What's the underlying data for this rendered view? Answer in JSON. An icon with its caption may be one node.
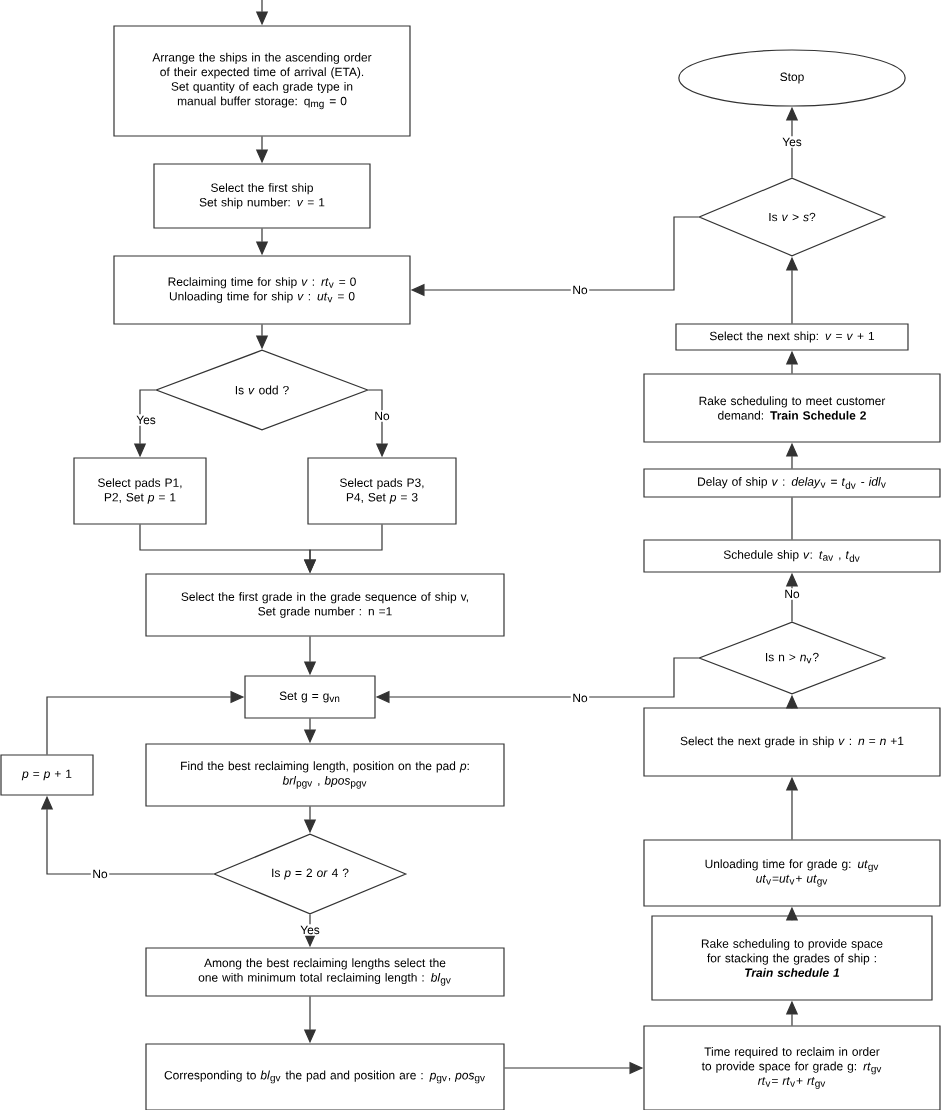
{
  "diagram": {
    "nodes": [
      {
        "text": [
          "Arrange the ships in the ascending order of their expected time of arrival (ETA).",
          "Set quantity of each grade type in manual buffer storage: q$_{mg}$ = 0"
        ]
      },
      {
        "text": [
          "Select the first ship",
          "Set ship number: *v* = 1"
        ]
      },
      {
        "text": [
          "Reclaiming time for ship *v* : *rt*$_{v}$ = 0",
          "Unloading time for ship *v* : *ut*$_{v}$ = 0"
        ]
      },
      {
        "text": [
          "Is *v* odd ?"
        ]
      },
      {
        "text": [
          "Select pads P1, P2, Set *p* = 1"
        ]
      },
      {
        "text": [
          "Select pads P3, P4, Set *p* = 3"
        ]
      },
      {
        "text": [
          "Select the first grade in the grade sequence of ship v,",
          "Set grade number : n =1"
        ]
      },
      {
        "text": [
          "Set g = g$_{vn}$"
        ]
      },
      {
        "text": [
          "Find the best reclaiming length, position on the pad *p*:",
          "*brl*$_{pgv}$ , *bpos*$_{pgv}$"
        ]
      },
      {
        "text": [
          "Is *p* = 2 *or* 4 ?"
        ]
      },
      {
        "text": [
          "*p* = *p* + 1"
        ]
      },
      {
        "text": [
          "Among the best reclaiming lengths select the one with minimum total reclaiming length : *bl*$_{gv}$"
        ]
      },
      {
        "text": [
          "Corresponding to *bl*$_{gv}$ the pad and position are : *p*$_{gv}$, *pos*$_{gv}$"
        ]
      },
      {
        "text": [
          "Time required to reclaim in order to provide space for grade g: *rt*$_{gv}$",
          "*rt*$_{v}$= *rt*$_{v}$+ *rt*$_{gv}$"
        ]
      },
      {
        "text": [
          "Rake scheduling to provide space for stacking the grades of ship :",
          "Train schedule 1"
        ]
      },
      {
        "text": [
          "Unloading time for grade g: *ut*$_{gv}$",
          "*ut*$_{v}$=*ut*$_{v}$+ *ut*$_{gv}$"
        ]
      },
      {
        "text": [
          "Select the next grade in ship *v* : *n* = *n* +1"
        ]
      },
      {
        "text": [
          "Is n > *n*$_{v}$?"
        ]
      },
      {
        "text": [
          "Schedule ship *v*: *t*$_{av}$ , *t*$_{dv}$"
        ]
      },
      {
        "text": [
          "Delay of ship *v* : *delay*$_{v}$ = *t*$_{dv}$ - *idl*$_{v}$"
        ]
      },
      {
        "text": [
          "Rake scheduling to meet customer demand: **Train Schedule 2**"
        ]
      },
      {
        "text": [
          "Select the next ship: *v* = *v* + 1"
        ]
      },
      {
        "text": [
          "Is *v* > *s*?"
        ]
      },
      {
        "text": [
          "Stop"
        ]
      }
    ],
    "edges": [
      {
        "from": null,
        "to": 0,
        "arrow": "to"
      },
      {
        "from": 0,
        "to": 1,
        "arrow": "to"
      },
      {
        "from": 1,
        "to": 2,
        "arrow": "to"
      },
      {
        "from": 2,
        "to": 3,
        "arrow": "to"
      },
      {
        "from": 3,
        "to": 4,
        "arrow": "to",
        "label": "Yes"
      },
      {
        "from": 3,
        "to": 5,
        "arrow": "to",
        "label": "No"
      },
      {
        "from": 4,
        "to": 6,
        "arrow": "to"
      },
      {
        "from": 5,
        "to": 6,
        "arrow": "to"
      },
      {
        "from": 6,
        "to": 7,
        "arrow": "to"
      },
      {
        "from": 7,
        "to": 8,
        "arrow": "to"
      },
      {
        "from": 8,
        "to": 9,
        "arrow": "to"
      },
      {
        "from": 9,
        "to": 10,
        "arrow": "to",
        "label": "No"
      },
      {
        "from": 10,
        "to": 7,
        "arrow": "to"
      },
      {
        "from": 9,
        "to": 11,
        "arrow": "to",
        "label": "Yes"
      },
      {
        "from": 11,
        "to": 12,
        "arrow": "to"
      },
      {
        "from": 12,
        "to": 13,
        "arrow": "to"
      },
      {
        "from": 13,
        "to": 14,
        "arrow": "to"
      },
      {
        "from": 14,
        "to": 15,
        "arrow": "to"
      },
      {
        "from": 15,
        "to": 16,
        "arrow": "to"
      },
      {
        "from": 16,
        "to": 17,
        "arrow": "to"
      },
      {
        "from": 17,
        "to": 18,
        "arrow": "to",
        "label": "No"
      },
      {
        "from": 17,
        "to": 7,
        "arrow": "to",
        "label": "No"
      },
      {
        "from": 18,
        "to": 19,
        "arrow": "none"
      },
      {
        "from": 19,
        "to": 20,
        "arrow": "to"
      },
      {
        "from": 20,
        "to": 21,
        "arrow": "to"
      },
      {
        "from": 21,
        "to": 22,
        "arrow": "to"
      },
      {
        "from": 22,
        "to": 23,
        "arrow": "to",
        "label": "Yes"
      },
      {
        "from": 22,
        "to": 2,
        "arrow": "to",
        "label": "No"
      }
    ]
  }
}
